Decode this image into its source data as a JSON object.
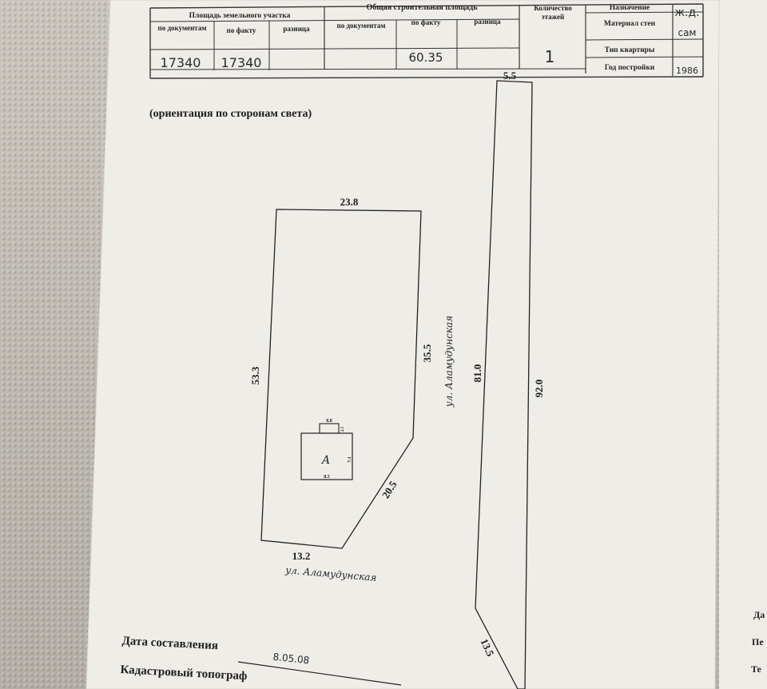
{
  "table": {
    "land_area": {
      "title": "Площадь земельного участка",
      "col_doc": "по документам",
      "col_fact": "по факту",
      "col_diff": "разница",
      "val_doc": "17340",
      "val_fact": "17340",
      "val_diff": ""
    },
    "building_area": {
      "title": "Общая строительная площадь",
      "col_doc": "по документам",
      "col_fact": "по факту",
      "col_diff": "разница",
      "val_doc": "",
      "val_fact": "60.35",
      "val_diff": ""
    },
    "floors": {
      "title": "Количество этажей",
      "value": "1"
    },
    "rows": [
      {
        "label": "Назначение",
        "value": "ж.д."
      },
      {
        "label": "Материал стен",
        "value": "сам"
      },
      {
        "label": "Тип квартиры",
        "value": ""
      },
      {
        "label": "Год постройки",
        "value": "1986"
      }
    ]
  },
  "orientation_note": "(ориентация по сторонам света)",
  "plot": {
    "top": "23.8",
    "left": "53.3",
    "right_upper": "35.5",
    "diagonal": "20.5",
    "bottom": "13.2",
    "building_label": "А",
    "building_top": "8.8",
    "building_side": "7.1",
    "building_bottom": "8.5",
    "building_annex": "2.5"
  },
  "strip": {
    "top": "5.5",
    "left": "81.0",
    "right": "92.0",
    "bottom": "13.5"
  },
  "streets": {
    "vertical": "ул. Аламудунская",
    "horizontal": "ул. Аламудунская"
  },
  "footer": {
    "date_label": "Дата составления",
    "date_value": "8.05.08",
    "cadastral_label": "Кадастровый топограф"
  },
  "right_edge": [
    "Да",
    "Пе",
    "Те"
  ]
}
